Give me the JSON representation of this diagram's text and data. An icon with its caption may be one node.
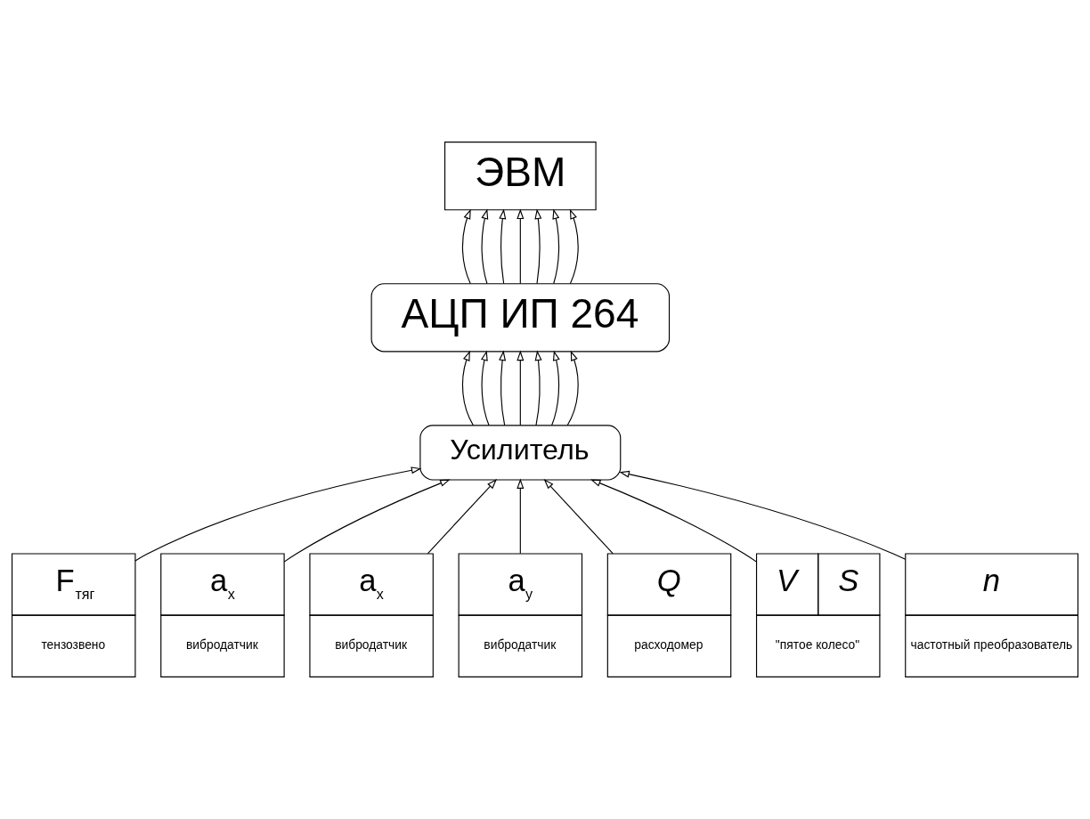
{
  "diagram": {
    "nodes": [
      {
        "text": [
          "ЭВМ"
        ]
      },
      {
        "text": [
          "АЦП ИП 264"
        ]
      },
      {
        "text": [
          "Усилитель"
        ]
      },
      {
        "text": [
          "F$_{тяг}$",
          "тензозвено"
        ]
      },
      {
        "text": [
          "a$_{x}$",
          "вибродатчик"
        ]
      },
      {
        "text": [
          "a$_{x}$",
          "вибродатчик"
        ]
      },
      {
        "text": [
          "a$_{y}$",
          "вибродатчик"
        ]
      },
      {
        "text": [
          "Q",
          "расходомер"
        ]
      },
      {
        "text": [
          "V",
          "S",
          "\"пятое колесо\""
        ]
      },
      {
        "text": [
          "n",
          "частотный преобразователь"
        ]
      }
    ],
    "edges": [
      {
        "from": 1,
        "to": 0,
        "arrow": "to"
      },
      {
        "from": 1,
        "to": 0,
        "arrow": "to"
      },
      {
        "from": 1,
        "to": 0,
        "arrow": "to"
      },
      {
        "from": 1,
        "to": 0,
        "arrow": "to"
      },
      {
        "from": 1,
        "to": 0,
        "arrow": "to"
      },
      {
        "from": 1,
        "to": 0,
        "arrow": "to"
      },
      {
        "from": 1,
        "to": 0,
        "arrow": "to"
      },
      {
        "from": 2,
        "to": 1,
        "arrow": "to"
      },
      {
        "from": 2,
        "to": 1,
        "arrow": "to"
      },
      {
        "from": 2,
        "to": 1,
        "arrow": "to"
      },
      {
        "from": 2,
        "to": 1,
        "arrow": "to"
      },
      {
        "from": 2,
        "to": 1,
        "arrow": "to"
      },
      {
        "from": 2,
        "to": 1,
        "arrow": "to"
      },
      {
        "from": 2,
        "to": 1,
        "arrow": "to"
      },
      {
        "from": 3,
        "to": 2,
        "arrow": "to"
      },
      {
        "from": 4,
        "to": 2,
        "arrow": "to"
      },
      {
        "from": 5,
        "to": 2,
        "arrow": "to"
      },
      {
        "from": 6,
        "to": 2,
        "arrow": "to"
      },
      {
        "from": 7,
        "to": 2,
        "arrow": "to"
      },
      {
        "from": 8,
        "to": 2,
        "arrow": "to"
      },
      {
        "from": 9,
        "to": 2,
        "arrow": "to"
      }
    ]
  }
}
